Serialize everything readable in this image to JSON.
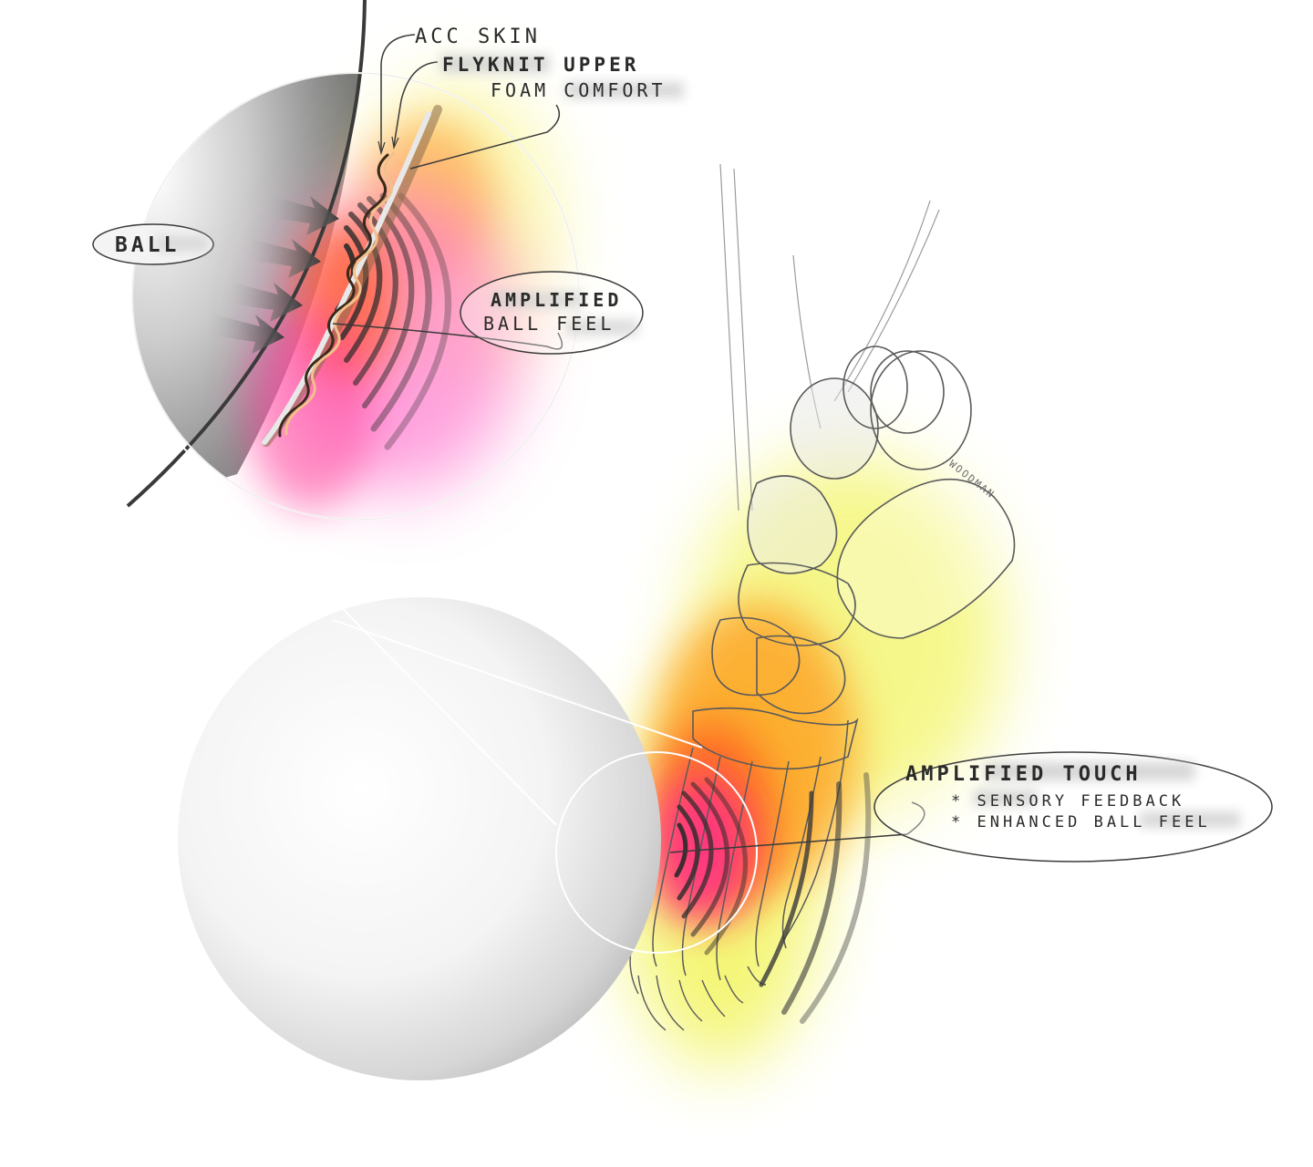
{
  "callouts": {
    "acc_skin": "ACC SKIN",
    "flyknit_upper": "FLYKNIT UPPER",
    "foam_comfort": "FOAM COMFORT",
    "ball": "BALL",
    "amplified_ball_feel_line1": "AMPLIFIED",
    "amplified_ball_feel_line2": "BALL FEEL",
    "amplified_touch": "AMPLIFIED TOUCH",
    "bullet_sensory": "* SENSORY FEEDBACK",
    "bullet_enhanced": "* ENHANCED BALL FEEL"
  },
  "signature": "WOODMAN",
  "colors": {
    "heat_pink": "#ff2d8a",
    "heat_orange": "#ff8a1a",
    "heat_yellow": "#eef03a",
    "ink": "#2a2a2a",
    "ball_shade": "#9a9a9a"
  }
}
